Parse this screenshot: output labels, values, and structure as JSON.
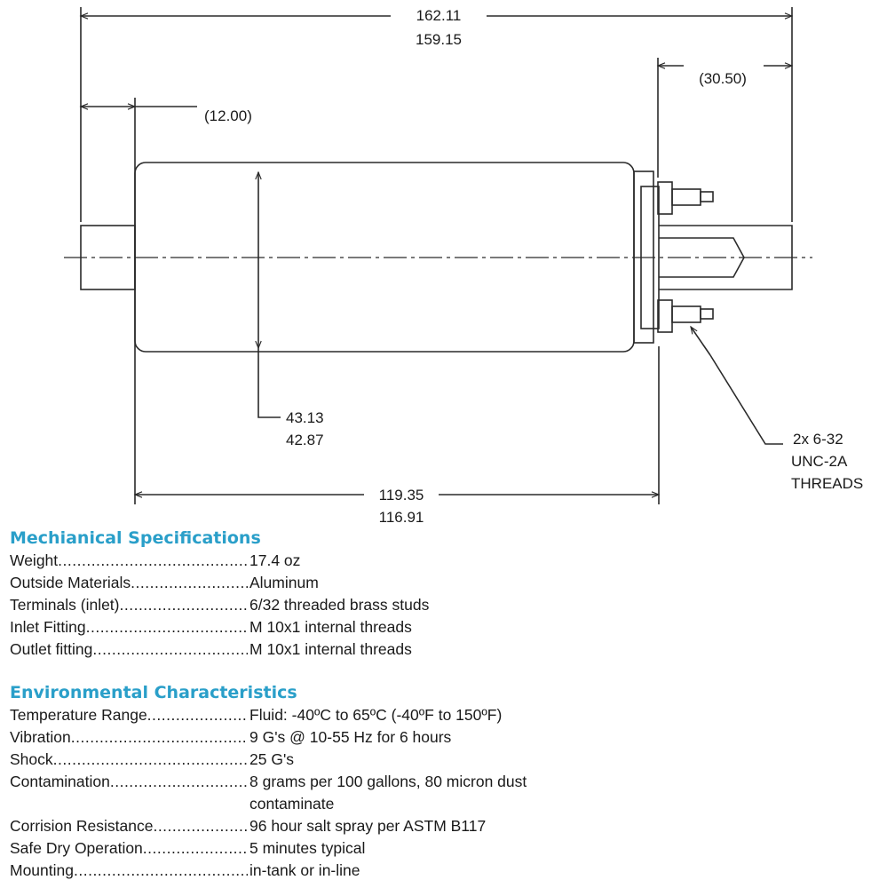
{
  "drawing": {
    "dim_overall_max": "162.11",
    "dim_overall_min": "159.15",
    "dim_outlet": "(30.50)",
    "dim_inlet": "(12.00)",
    "dim_diameter_max": "43.13",
    "dim_diameter_min": "42.87",
    "dim_body_max": "119.35",
    "dim_body_min": "116.91",
    "threads_line1": "2x 6-32",
    "threads_line2": "UNC-2A",
    "threads_line3": "THREADS",
    "line_color": "#2a2a2a"
  },
  "mechanical": {
    "title": "Mechianical Specifications",
    "rows": [
      {
        "label": "Weight",
        "value": "17.4 oz"
      },
      {
        "label": "Outside Materials",
        "value": "Aluminum"
      },
      {
        "label": "Terminals (inlet)",
        "value": "6/32 threaded brass studs"
      },
      {
        "label": "Inlet Fitting",
        "value": "M 10x1 internal threads"
      },
      {
        "label": "Outlet fitting",
        "value": "M 10x1 internal threads"
      }
    ]
  },
  "environmental": {
    "title": "Environmental Characteristics",
    "rows": [
      {
        "label": "Temperature Range",
        "value": "Fluid: -40ºC to 65ºC (-40ºF to 150ºF)"
      },
      {
        "label": "Vibration",
        "value": "9 G's @ 10-55 Hz for 6 hours"
      },
      {
        "label": "Shock",
        "value": "25 G's"
      },
      {
        "label": "Contamination",
        "value": "8 grams per 100 gallons, 80 micron dust",
        "value2": "contaminate"
      },
      {
        "label": "Corrision Resistance",
        "value": "96 hour salt spray per ASTM B117"
      },
      {
        "label": "Safe Dry Operation",
        "value": "5 minutes typical"
      },
      {
        "label": "Mounting",
        "value": "in-tank or in-line"
      }
    ]
  },
  "title_color": "#2a9fc9"
}
